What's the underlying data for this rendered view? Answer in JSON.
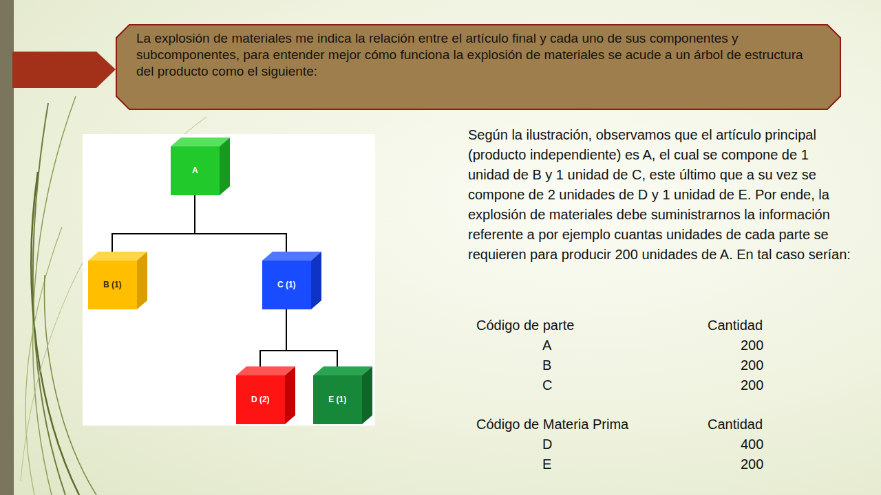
{
  "diagram": {
    "nodes": [
      {
        "text": [
          "La explosión de materiales me indica la relación entre el artículo final y cada uno de sus componentes y subcomponentes, para entender mejor cómo funciona la explosión de materiales se acude a un árbol de estructura del producto como el siguiente:"
        ]
      },
      {
        "text": [
          "A"
        ]
      },
      {
        "text": [
          "B (1)"
        ]
      },
      {
        "text": [
          "C (1)"
        ]
      },
      {
        "text": [
          "D (2)"
        ]
      },
      {
        "text": [
          "E (1)"
        ]
      }
    ],
    "edges": [
      {
        "from": 1,
        "to": 2,
        "arrow": "none"
      },
      {
        "from": 1,
        "to": 3,
        "arrow": "none"
      },
      {
        "from": 3,
        "to": 4,
        "arrow": "none"
      },
      {
        "from": 3,
        "to": 5,
        "arrow": "none"
      }
    ],
    "labels": [
      "Según la ilustración, observamos que el artículo principal (producto independiente) es A, el cual se compone de 1 unidad de B y 1 unidad de C, este último que a su vez se compone de 2 unidades de D y 1 unidad de E. Por ende, la explosión de materiales debe suministrarnos la información referente a por ejemplo cuantas unidades de cada parte se requieren para producir 200 unidades de A. En tal caso serían:",
      "Código de parte",
      "Cantidad",
      "A",
      "200",
      "B",
      "200",
      "C",
      "200",
      "Código de Materia Prima",
      "Cantidad",
      "D",
      "400",
      "E",
      "200"
    ]
  }
}
